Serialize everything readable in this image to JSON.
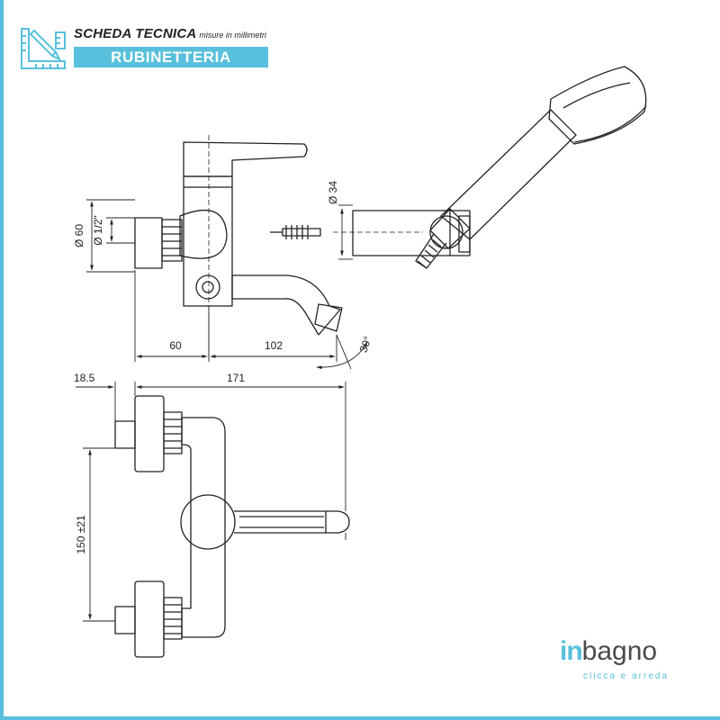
{
  "colors": {
    "accent": "#58c0dc",
    "line": "#222222",
    "text_dark": "#4a4a4a"
  },
  "header": {
    "title": "SCHEDA TECNICA",
    "subtitle": "misure in millimetri",
    "category": "RUBINETTERIA",
    "icon": "ruler-pencil-icon"
  },
  "dimensions": {
    "body_diameter": "Ø 60",
    "thread": "Ø 1/2\"",
    "hand_shower_diameter": "Ø 34",
    "wall_to_center": "60",
    "spout_projection": "102",
    "spout_angle": "30°",
    "eccentric": "18.5",
    "total_depth": "171",
    "center_distance": "150 ±21"
  },
  "logo": {
    "brand_in": "in",
    "brand_bagno": "bagno",
    "tagline": "clicca e arreda"
  }
}
